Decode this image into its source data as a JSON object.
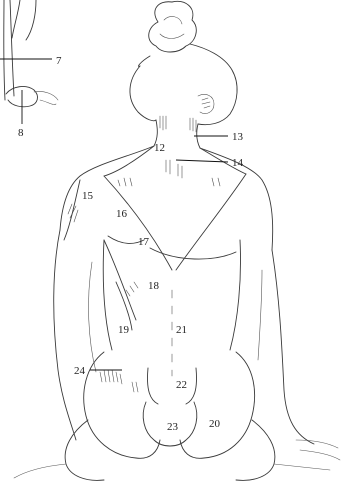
{
  "labels": {
    "l7": "7",
    "l8": "8",
    "l12": "12",
    "l13": "13",
    "l14": "14",
    "l15": "15",
    "l16": "16",
    "l17": "17",
    "l18": "18",
    "l19": "19",
    "l20": "20",
    "l21": "21",
    "l22": "22",
    "l23": "23",
    "l24": "24"
  }
}
